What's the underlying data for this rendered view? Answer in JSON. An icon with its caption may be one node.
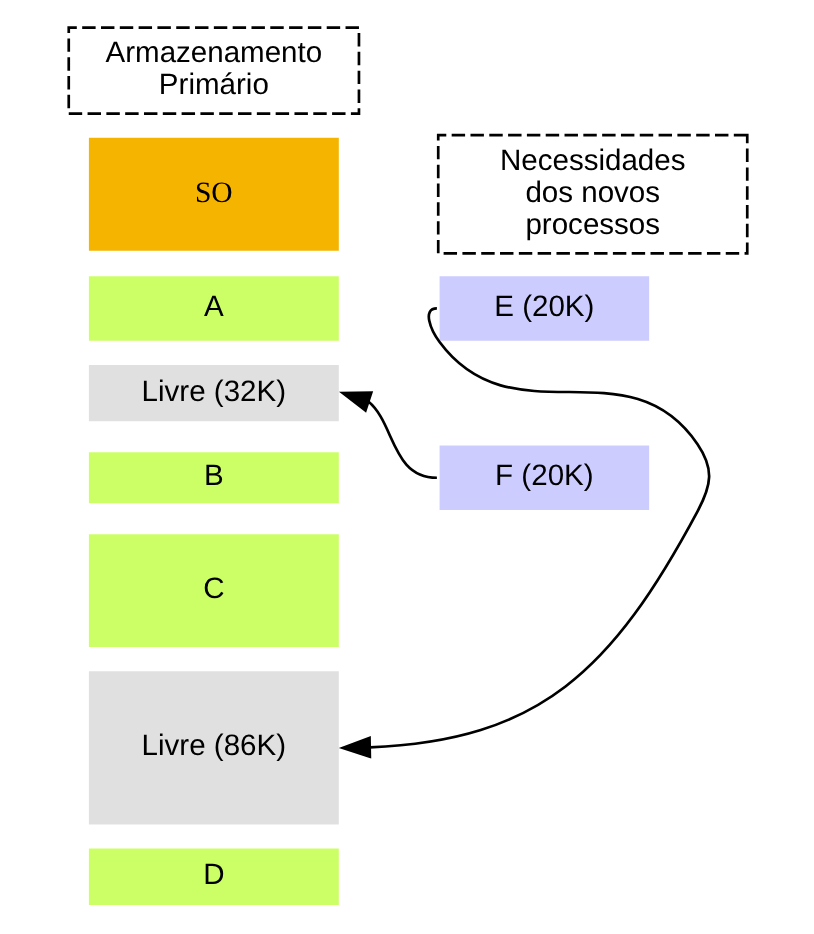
{
  "diagram": {
    "nodes": [
      {
        "text": [
          "Armazenamento Primário"
        ]
      },
      {
        "text": [
          "SO"
        ]
      },
      {
        "text": [
          "A"
        ]
      },
      {
        "text": [
          "Livre (32K)"
        ]
      },
      {
        "text": [
          "B"
        ]
      },
      {
        "text": [
          "C"
        ]
      },
      {
        "text": [
          "Livre (86K)"
        ]
      },
      {
        "text": [
          "D"
        ]
      },
      {
        "text": [
          "Necessidades dos novos processos"
        ]
      },
      {
        "text": [
          "E (20K)"
        ]
      },
      {
        "text": [
          "F (20K)"
        ]
      }
    ],
    "edges": [
      {
        "from": 9,
        "to": 6,
        "arrow": "to"
      },
      {
        "from": 10,
        "to": 3,
        "arrow": "to"
      }
    ]
  }
}
